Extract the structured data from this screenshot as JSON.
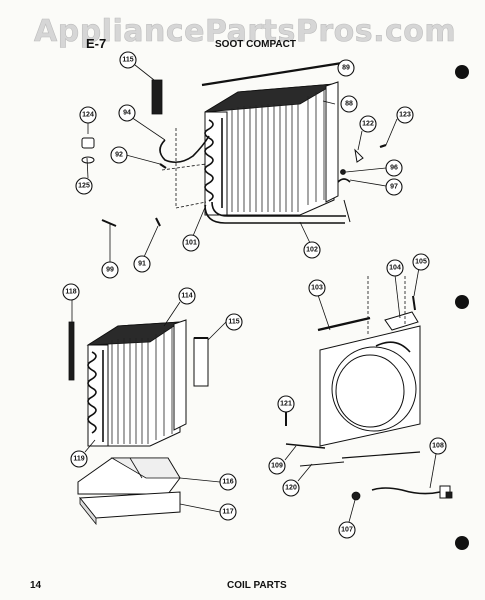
{
  "watermark": "AppliancePartsPros.com",
  "header": {
    "section": "E-7",
    "subtitle": "SOOT COMPACT"
  },
  "footer": {
    "page_number": "14",
    "title": "COIL PARTS"
  },
  "callouts": [
    "115",
    "89",
    "94",
    "88",
    "124",
    "123",
    "122",
    "92",
    "96",
    "97",
    "125",
    "101",
    "102",
    "99",
    "91",
    "118",
    "114",
    "115",
    "103",
    "104",
    "105",
    "119",
    "121",
    "116",
    "109",
    "120",
    "108",
    "117",
    "107"
  ]
}
